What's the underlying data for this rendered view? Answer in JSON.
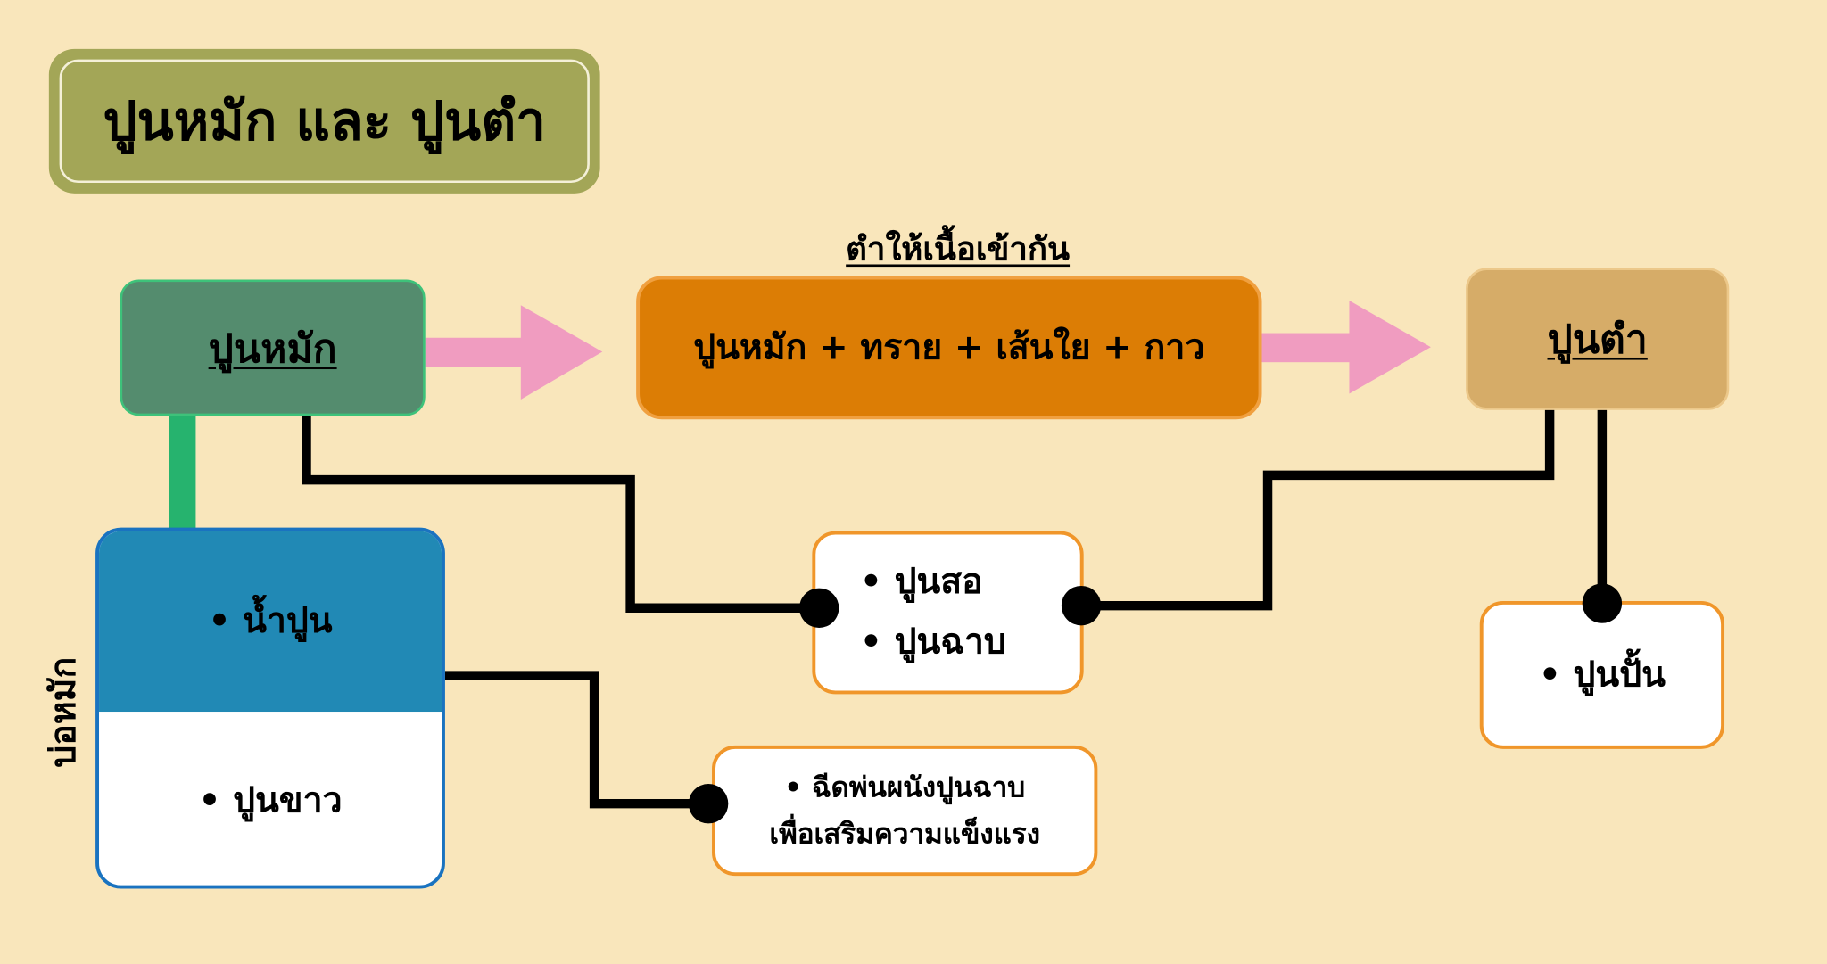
{
  "title": "ปูนหมัก และ ปูนตำ",
  "nodes": {
    "slaked_lime": "ปูนหมัก",
    "mix_label": "ตำให้เนื้อเข้ากัน",
    "mix": "ปูนหมัก + ทราย + เส้นใย + กาว",
    "pounded_lime": "ปูนตำ",
    "pit_label": "บ่อหมัก",
    "lime_water": "• น้ำปูน",
    "white_lime": "• ปูนขาว",
    "mortar_item1": "• ปูนสอ",
    "mortar_item2": "• ปูนฉาบ",
    "spray_line1": "• ฉีดพ่นผนังปูนฉาบ",
    "spray_line2": "เพื่อเสริมความแข็งแรง",
    "stucco": "• ปูนปั้น"
  },
  "colors": {
    "background": "#f9e6bb",
    "title_box": "#a3a657",
    "slaked_lime_box": "#548c6e",
    "mix_box": "#dc7d05",
    "pounded_lime_box": "#d6ac68",
    "pit_top": "#2189b5",
    "arrow": "#f09cc0",
    "connector_green": "#26b36e",
    "outline_orange": "#f0962a"
  }
}
